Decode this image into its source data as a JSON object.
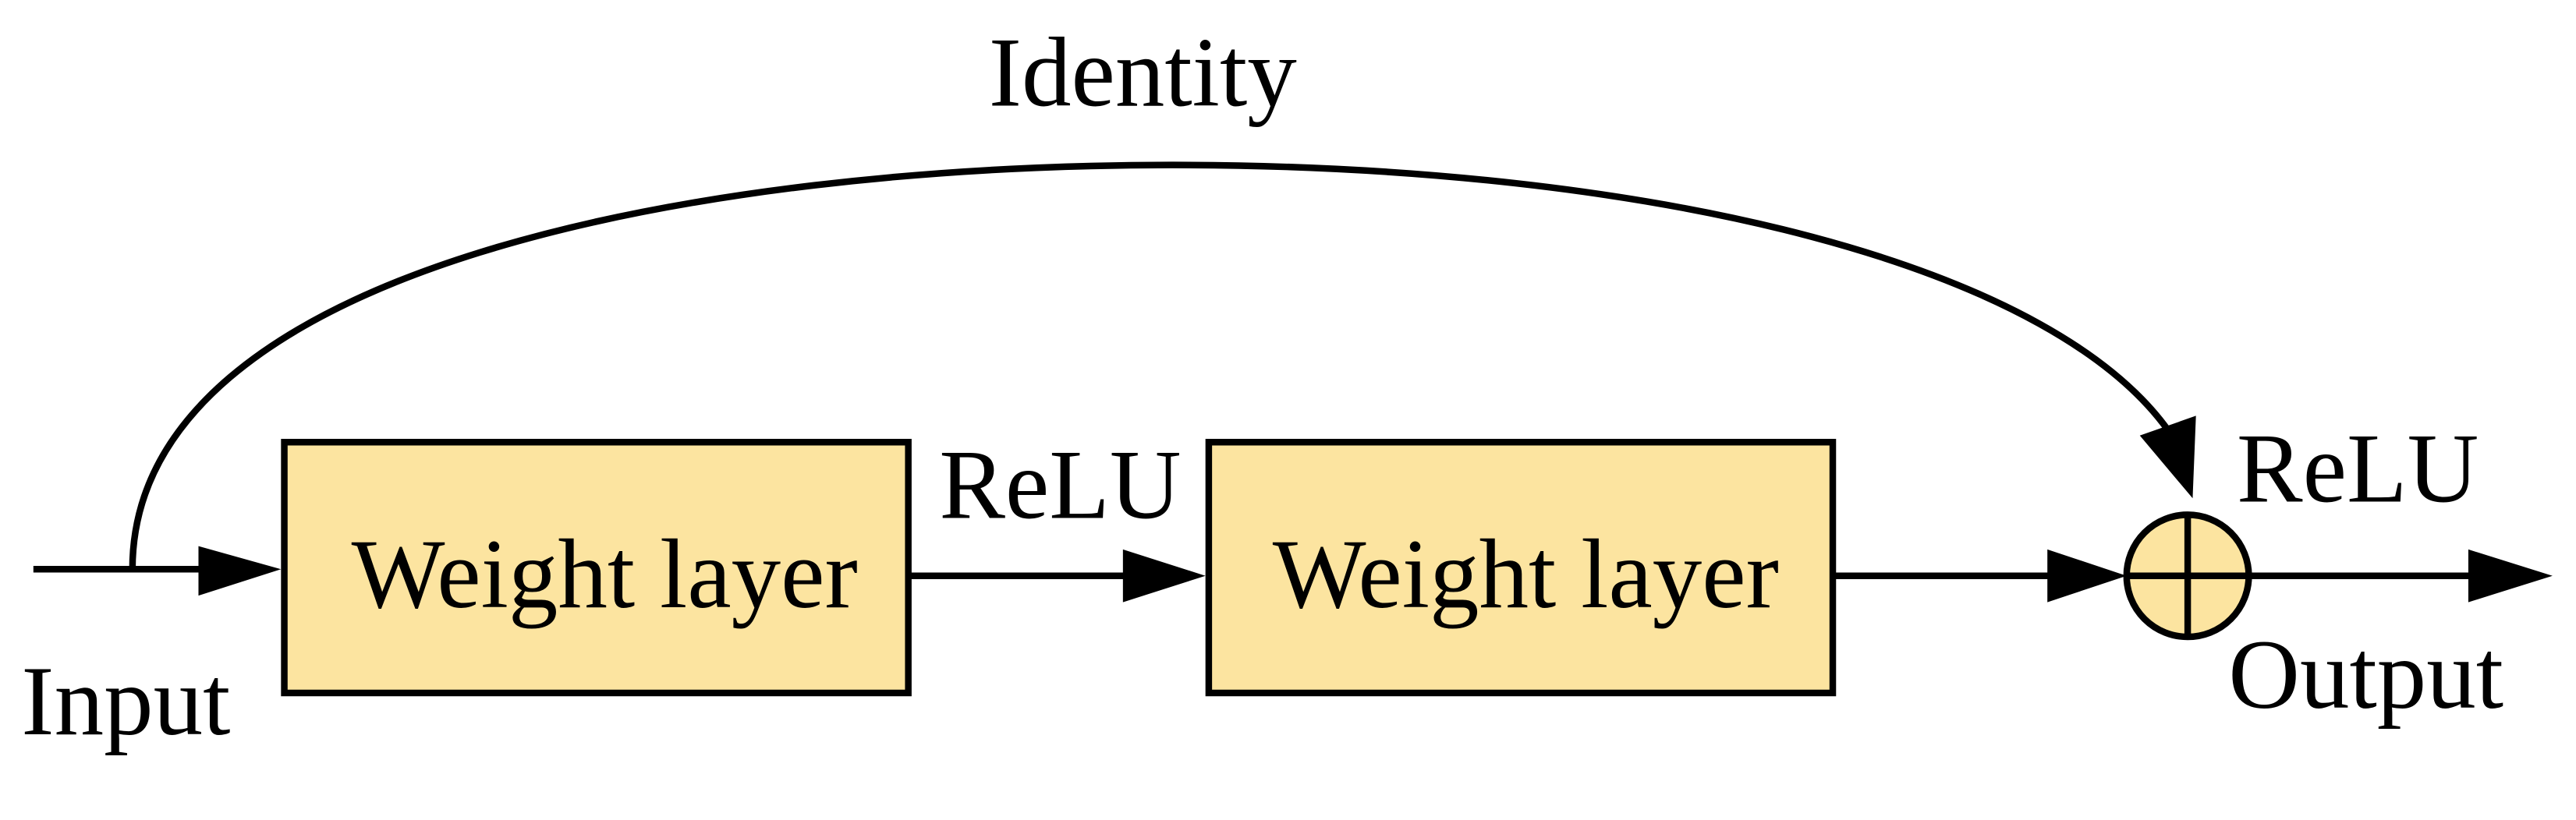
{
  "labels": {
    "identity": "Identity",
    "input": "Input",
    "relu_between": "ReLU",
    "relu_after_sum": "ReLU",
    "output": "Output"
  },
  "blocks": [
    {
      "label": "Weight layer"
    },
    {
      "label": "Weight layer"
    }
  ],
  "sum_node": {
    "symbol": "plus-in-circle"
  },
  "colors": {
    "block_fill": "#FCE4A0",
    "node_fill": "#FCE4A0",
    "stroke": "#000000",
    "background": "#FFFFFF"
  }
}
